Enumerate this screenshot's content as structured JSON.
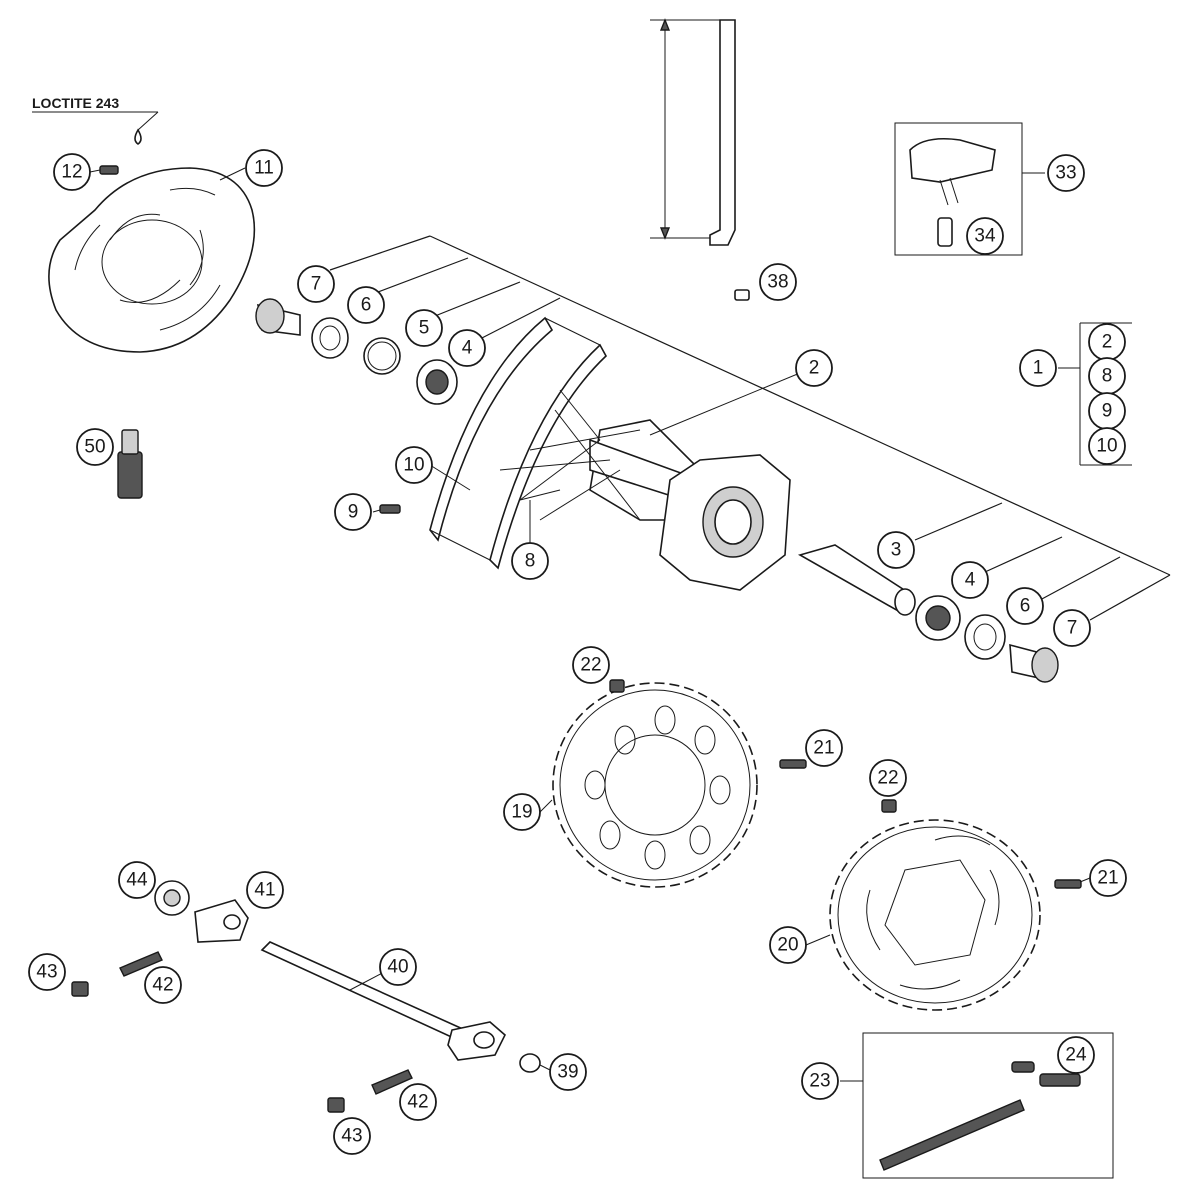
{
  "note": "LOCTITE 243",
  "bracket_group": [
    "2",
    "8",
    "9",
    "10"
  ],
  "callouts": {
    "c1": "1",
    "c2": "2",
    "c3": "3",
    "c4a": "4",
    "c4b": "4",
    "c5": "5",
    "c6a": "6",
    "c6b": "6",
    "c7a": "7",
    "c7b": "7",
    "c8": "8",
    "c9": "9",
    "c10": "10",
    "c11": "11",
    "c12": "12",
    "c19": "19",
    "c20": "20",
    "c21a": "21",
    "c21b": "21",
    "c22a": "22",
    "c22b": "22",
    "c23": "23",
    "c24": "24",
    "c33": "33",
    "c34": "34",
    "c38": "38",
    "c39": "39",
    "c40": "40",
    "c41": "41",
    "c42a": "42",
    "c42b": "42",
    "c43a": "43",
    "c43b": "43",
    "c44": "44",
    "c50": "50"
  }
}
